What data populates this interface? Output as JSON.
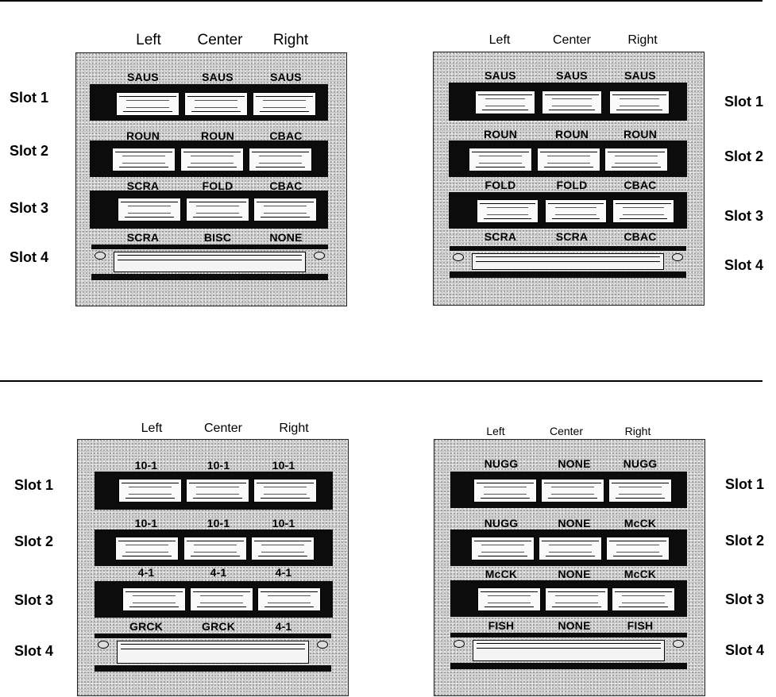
{
  "headers": {
    "left": "Left",
    "center": "Center",
    "right": "Right"
  },
  "slot_labels": [
    "Slot 1",
    "Slot 2",
    "Slot 3",
    "Slot 4"
  ],
  "panels": [
    {
      "name": "top-left",
      "slots": [
        {
          "left": "SAUS",
          "center": "SAUS",
          "right": "SAUS"
        },
        {
          "left": "ROUN",
          "center": "ROUN",
          "right": "CBAC"
        },
        {
          "left": "SCRA",
          "center": "FOLD",
          "right": "CBAC"
        },
        {
          "left": "SCRA",
          "center": "BISC",
          "right": "NONE"
        }
      ]
    },
    {
      "name": "top-right",
      "slots": [
        {
          "left": "SAUS",
          "center": "SAUS",
          "right": "SAUS"
        },
        {
          "left": "ROUN",
          "center": "ROUN",
          "right": "ROUN"
        },
        {
          "left": "FOLD",
          "center": "FOLD",
          "right": "CBAC"
        },
        {
          "left": "SCRA",
          "center": "SCRA",
          "right": "CBAC"
        }
      ]
    },
    {
      "name": "bottom-left",
      "slots": [
        {
          "left": "10-1",
          "center": "10-1",
          "right": "10-1"
        },
        {
          "left": "10-1",
          "center": "10-1",
          "right": "10-1"
        },
        {
          "left": "4-1",
          "center": "4-1",
          "right": "4-1"
        },
        {
          "left": "GRCK",
          "center": "GRCK",
          "right": "4-1"
        }
      ]
    },
    {
      "name": "bottom-right",
      "slots": [
        {
          "left": "NUGG",
          "center": "NONE",
          "right": "NUGG"
        },
        {
          "left": "NUGG",
          "center": "NONE",
          "right": "McCK"
        },
        {
          "left": "McCK",
          "center": "NONE",
          "right": "McCK"
        },
        {
          "left": "FISH",
          "center": "NONE",
          "right": "FISH"
        }
      ]
    }
  ]
}
